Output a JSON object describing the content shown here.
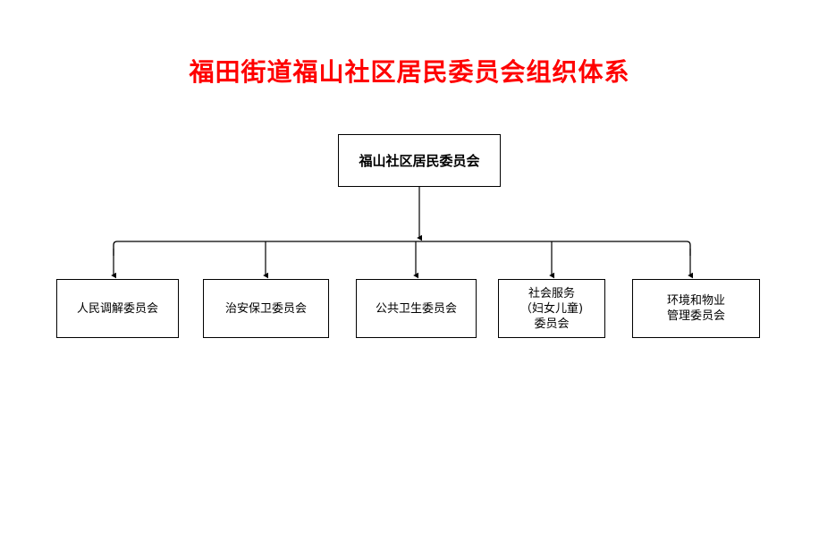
{
  "title": "福田街道福山社区居民委员会组织体系",
  "colors": {
    "title": "#ff0000",
    "box_border": "#000000",
    "box_fill": "#ffffff",
    "connector": "#000000",
    "background": "#ffffff"
  },
  "root": {
    "label": "福山社区居民委员会"
  },
  "children": [
    {
      "label": "人民调解委员会"
    },
    {
      "label": "治安保卫委员会"
    },
    {
      "label": "公共卫生委员会"
    },
    {
      "label": "社会服务\n（妇女儿童)\n委员会"
    },
    {
      "label": "环境和物业\n管理委员会"
    }
  ],
  "chart_data": {
    "type": "diagram",
    "subtype": "organization-chart",
    "title": "福田街道福山社区居民委员会组织体系",
    "orientation": "top-down",
    "levels": 2,
    "nodes": [
      {
        "id": "root",
        "label": "福山社区居民委员会",
        "level": 0
      },
      {
        "id": "c0",
        "label": "人民调解委员会",
        "level": 1
      },
      {
        "id": "c1",
        "label": "治安保卫委员会",
        "level": 1
      },
      {
        "id": "c2",
        "label": "公共卫生委员会",
        "level": 1
      },
      {
        "id": "c3",
        "label": "社会服务（妇女儿童)委员会",
        "level": 1
      },
      {
        "id": "c4",
        "label": "环境和物业管理委员会",
        "level": 1
      }
    ],
    "edges": [
      {
        "from": "root",
        "to": "c0",
        "arrow": true
      },
      {
        "from": "root",
        "to": "c1",
        "arrow": true
      },
      {
        "from": "root",
        "to": "c2",
        "arrow": true
      },
      {
        "from": "root",
        "to": "c3",
        "arrow": true
      },
      {
        "from": "root",
        "to": "c4",
        "arrow": true
      }
    ]
  }
}
